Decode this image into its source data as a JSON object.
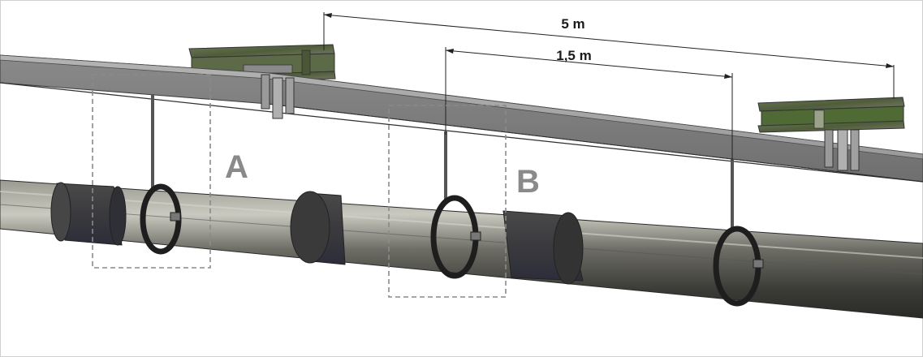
{
  "dimensions": {
    "overall_span": "5 m",
    "hanger_spacing": "1,5 m"
  },
  "zones": {
    "a": "A",
    "b": "B"
  },
  "colors": {
    "background": "#ffffff",
    "beam": "#8f8f8f",
    "pipe_metal": "#6e6e66",
    "pipe_insulation": "#3e3e3e",
    "flange_steel": "#5b6a4a",
    "dashed_box": "#8a8a8a"
  }
}
